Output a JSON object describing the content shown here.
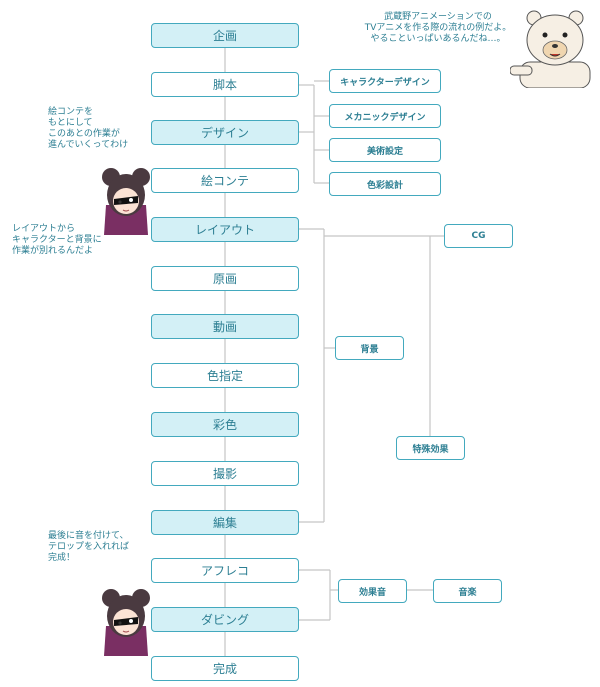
{
  "flow_steps": [
    {
      "label": "企画",
      "highlight": true
    },
    {
      "label": "脚本",
      "highlight": false
    },
    {
      "label": "デザイン",
      "highlight": true
    },
    {
      "label": "絵コンテ",
      "highlight": false
    },
    {
      "label": "レイアウト",
      "highlight": true
    },
    {
      "label": "原画",
      "highlight": false
    },
    {
      "label": "動画",
      "highlight": true
    },
    {
      "label": "色指定",
      "highlight": false
    },
    {
      "label": "彩色",
      "highlight": true
    },
    {
      "label": "撮影",
      "highlight": false
    },
    {
      "label": "編集",
      "highlight": true
    },
    {
      "label": "アフレコ",
      "highlight": false
    },
    {
      "label": "ダビング",
      "highlight": true
    },
    {
      "label": "完成",
      "highlight": false
    }
  ],
  "side_tasks": {
    "character_design": "キャラクターデザイン",
    "mechanic_design": "メカニックデザイン",
    "art_setting": "美術設定",
    "color_setting": "色彩設計",
    "cg": "CG",
    "background": "背景",
    "special_effects": "特殊効果",
    "sound_effects": "効果音",
    "music": "音楽"
  },
  "speech": {
    "bear": "武蔵野アニメーションでの\nTVアニメを作る際の流れの例だよ。\nやることいっぱいあるんだね…。",
    "storyboard": "絵コンテを\nもとにして\nこのあとの作業が\n進んでいくってわけ",
    "layout": "レイアウトから\nキャラクターと背景に\n作業が別れるんだよ",
    "final": "最後に音を付けて、\nテロップを入れれば\n完成！"
  },
  "colors": {
    "border": "#43a9be",
    "fill": "#d3f0f6",
    "text": "#2d7f93",
    "line": "#c5c5c5"
  }
}
